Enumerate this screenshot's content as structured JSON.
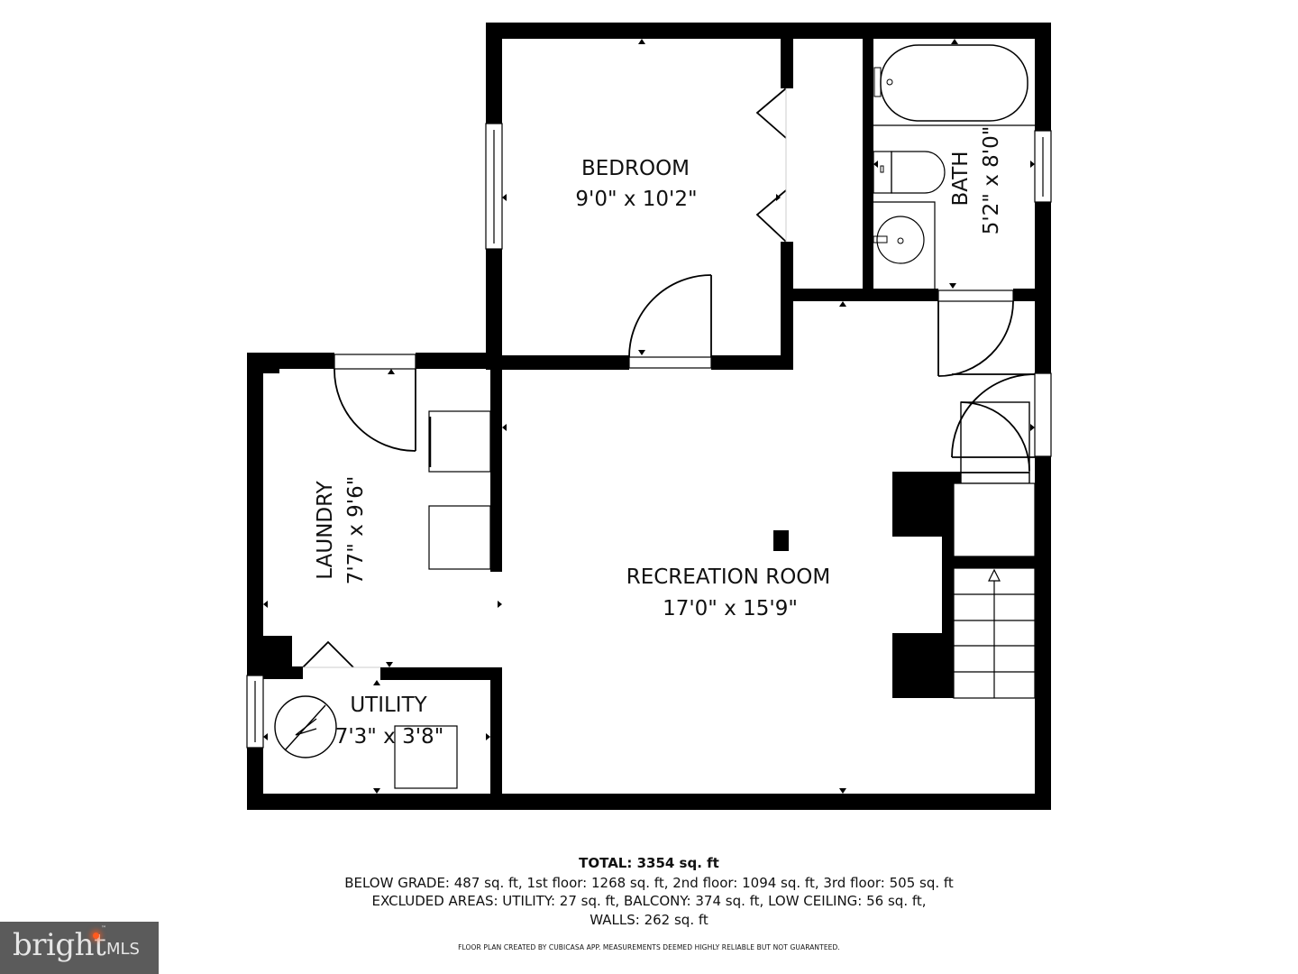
{
  "floor_plan": {
    "rooms": [
      {
        "name": "BEDROOM",
        "dimensions": "9'0\" x 10'2\""
      },
      {
        "name": "BATH",
        "dimensions": "5'2\" x 8'0\""
      },
      {
        "name": "LAUNDRY",
        "dimensions": "7'7\" x 9'6\""
      },
      {
        "name": "RECREATION ROOM",
        "dimensions": "17'0\" x 15'9\""
      },
      {
        "name": "UTILITY",
        "dimensions": "7'3\" x 3'8\""
      }
    ],
    "colors": {
      "wall": "#000000",
      "background": "#ffffff",
      "text": "#111111"
    }
  },
  "summary": {
    "total": "TOTAL: 3354 sq. ft",
    "line1": "BELOW GRADE: 487 sq. ft, 1st floor: 1268 sq. ft, 2nd floor: 1094 sq. ft, 3rd floor: 505 sq. ft",
    "line2": "EXCLUDED AREAS: UTILITY: 27 sq. ft, BALCONY: 374 sq. ft, LOW CEILING: 56 sq. ft,",
    "line3": "WALLS: 262 sq. ft",
    "disclaimer": "FLOOR PLAN CREATED BY CUBICASA APP. MEASUREMENTS DEEMED HIGHLY RELIABLE BUT NOT GUARANTEED."
  },
  "logo": {
    "word": "brigh",
    "word_tail": "t",
    "suffix": "MLS",
    "tm": "™",
    "accent": "#ff5a1f",
    "bg": "#5b5b5b"
  }
}
